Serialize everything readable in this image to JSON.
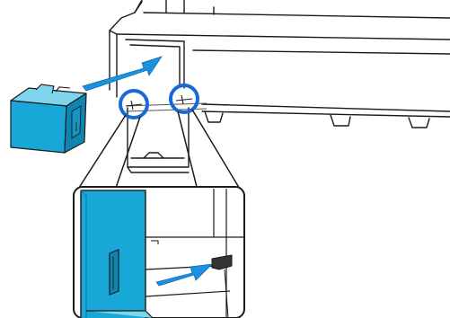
{
  "colors": {
    "background": "#ffffff",
    "outline": "#1a1a1a",
    "line_light": "#555555",
    "maintenance_box": "#18a8d8",
    "maintenance_box_dark": "#0e86b3",
    "arrow": "#1e90e0",
    "highlight_circle": "#1769d6",
    "tab": "#333333"
  },
  "icons": {
    "maintenance_box": "maintenance-box-cartridge",
    "insert_arrow": "insert-arrow",
    "detail_circles": "magnify-circle",
    "detail_inset": "zoomed-inset"
  }
}
